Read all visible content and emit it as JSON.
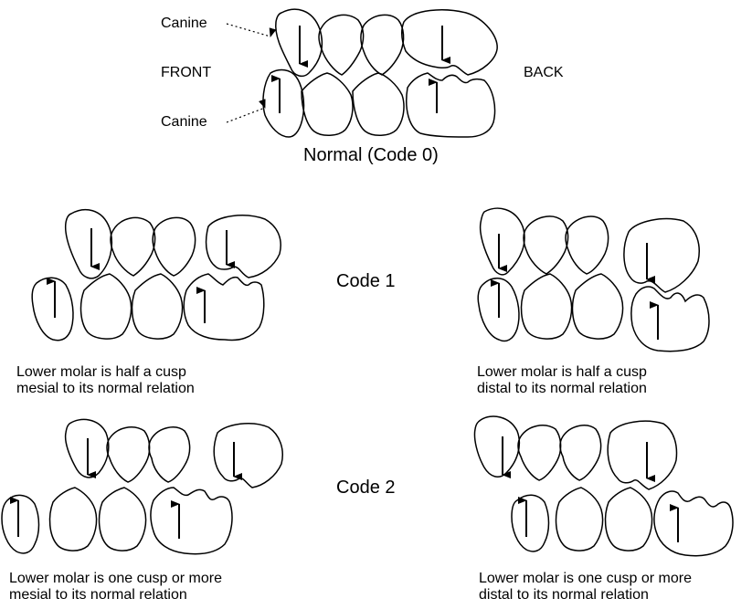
{
  "top": {
    "canine_upper_label": "Canine",
    "canine_lower_label": "Canine",
    "front_label": "FRONT",
    "back_label": "BACK",
    "caption": "Normal (Code 0)"
  },
  "code1": {
    "label": "Code 1",
    "left_caption_line1": "Lower molar is half a cusp",
    "left_caption_line2": "mesial to its normal relation",
    "right_caption_line1": "Lower molar is half a cusp",
    "right_caption_line2": "distal to its normal relation"
  },
  "code2": {
    "label": "Code 2",
    "left_caption_line1": "Lower molar is one cusp or more",
    "left_caption_line2": "mesial to its normal relation",
    "right_caption_line1": "Lower molar is one cusp or more",
    "right_caption_line2": "distal to its normal relation"
  },
  "colors": {
    "ink": "#000000",
    "background": "#ffffff"
  }
}
